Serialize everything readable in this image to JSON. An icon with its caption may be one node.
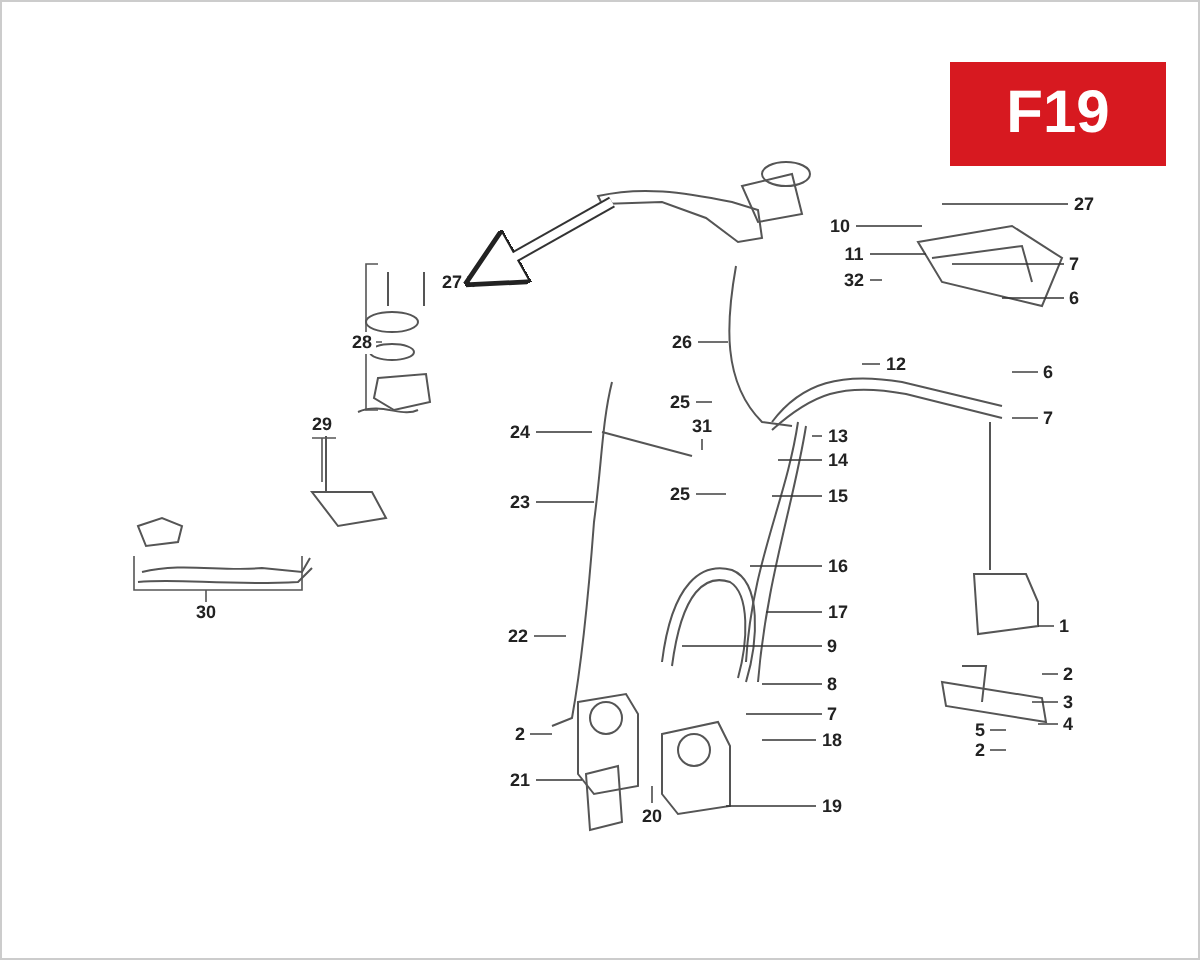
{
  "diagram": {
    "nodes": [
      {
        "text": [
          "27"
        ]
      },
      {
        "text": [
          "7"
        ]
      },
      {
        "text": [
          "6"
        ]
      },
      {
        "text": [
          "10"
        ]
      },
      {
        "text": [
          "11"
        ]
      },
      {
        "text": [
          "32"
        ]
      },
      {
        "text": [
          "26"
        ]
      },
      {
        "text": [
          "12"
        ]
      },
      {
        "text": [
          "6"
        ]
      },
      {
        "text": [
          "7"
        ]
      },
      {
        "text": [
          "25"
        ]
      },
      {
        "text": [
          "31"
        ]
      },
      {
        "text": [
          "13"
        ]
      },
      {
        "text": [
          "24"
        ]
      },
      {
        "text": [
          "14"
        ]
      },
      {
        "text": [
          "25"
        ]
      },
      {
        "text": [
          "15"
        ]
      },
      {
        "text": [
          "23"
        ]
      },
      {
        "text": [
          "16"
        ]
      },
      {
        "text": [
          "17"
        ]
      },
      {
        "text": [
          "1"
        ]
      },
      {
        "text": [
          "22"
        ]
      },
      {
        "text": [
          "9"
        ]
      },
      {
        "text": [
          "2"
        ]
      },
      {
        "text": [
          "8"
        ]
      },
      {
        "text": [
          "3"
        ]
      },
      {
        "text": [
          "4"
        ]
      },
      {
        "text": [
          "2"
        ]
      },
      {
        "text": [
          "7"
        ]
      },
      {
        "text": [
          "5"
        ]
      },
      {
        "text": [
          "18"
        ]
      },
      {
        "text": [
          "2"
        ]
      },
      {
        "text": [
          "21"
        ]
      },
      {
        "text": [
          "20"
        ]
      },
      {
        "text": [
          "19"
        ]
      },
      {
        "text": [
          "27"
        ]
      }
    ],
    "edges": [
      {
        "from": 0,
        "to": null,
        "arrow": "none"
      },
      {
        "from": 1,
        "to": null,
        "arrow": "none"
      },
      {
        "from": 2,
        "to": null,
        "arrow": "none"
      },
      {
        "from": 3,
        "to": null,
        "arrow": "none"
      },
      {
        "from": 4,
        "to": null,
        "arrow": "none"
      },
      {
        "from": 5,
        "to": null,
        "arrow": "none"
      },
      {
        "from": 6,
        "to": null,
        "arrow": "none"
      },
      {
        "from": 7,
        "to": null,
        "arrow": "none"
      },
      {
        "from": 8,
        "to": null,
        "arrow": "none"
      },
      {
        "from": 9,
        "to": null,
        "arrow": "none"
      },
      {
        "from": 10,
        "to": null,
        "arrow": "none"
      },
      {
        "from": 11,
        "to": null,
        "arrow": "none"
      },
      {
        "from": 12,
        "to": null,
        "arrow": "none"
      },
      {
        "from": 13,
        "to": null,
        "arrow": "none"
      },
      {
        "from": 14,
        "to": null,
        "arrow": "none"
      },
      {
        "from": 15,
        "to": null,
        "arrow": "none"
      },
      {
        "from": 16,
        "to": null,
        "arrow": "none"
      },
      {
        "from": 17,
        "to": null,
        "arrow": "none"
      },
      {
        "from": 18,
        "to": null,
        "arrow": "none"
      },
      {
        "from": 19,
        "to": null,
        "arrow": "none"
      },
      {
        "from": 20,
        "to": null,
        "arrow": "none"
      },
      {
        "from": 21,
        "to": null,
        "arrow": "none"
      },
      {
        "from": 22,
        "to": null,
        "arrow": "none"
      },
      {
        "from": 23,
        "to": null,
        "arrow": "none"
      },
      {
        "from": 24,
        "to": null,
        "arrow": "none"
      },
      {
        "from": 25,
        "to": null,
        "arrow": "none"
      },
      {
        "from": 26,
        "to": null,
        "arrow": "none"
      },
      {
        "from": 27,
        "to": null,
        "arrow": "none"
      },
      {
        "from": 28,
        "to": null,
        "arrow": "none"
      },
      {
        "from": 29,
        "to": null,
        "arrow": "none"
      },
      {
        "from": 30,
        "to": null,
        "arrow": "none"
      },
      {
        "from": 31,
        "to": null,
        "arrow": "none"
      },
      {
        "from": 32,
        "to": null,
        "arrow": "none"
      },
      {
        "from": 33,
        "to": null,
        "arrow": "none"
      },
      {
        "from": 34,
        "to": null,
        "arrow": "none"
      },
      {
        "from": null,
        "to": 35,
        "arrow": "to",
        "style": "thick"
      }
    ],
    "labels": [
      "F19",
      "28",
      "29",
      "30"
    ]
  }
}
